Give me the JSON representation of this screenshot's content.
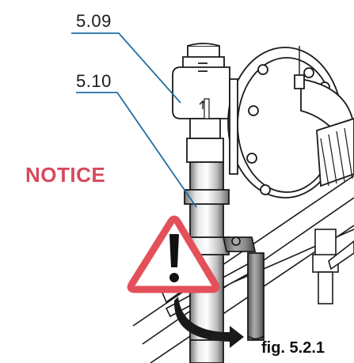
{
  "callouts": [
    {
      "id": "5.09",
      "label": "5.09"
    },
    {
      "id": "5.10",
      "label": "5.10"
    }
  ],
  "notice_label": "NOTICE",
  "figure_caption": "fig. 5.2.1",
  "warning_symbol": "warning-exclamation-icon",
  "colors": {
    "callout_line": "#1f6fa3",
    "notice": "#d6495d",
    "warning_border": "#e4505a",
    "line_art": "#1a1a1a"
  }
}
